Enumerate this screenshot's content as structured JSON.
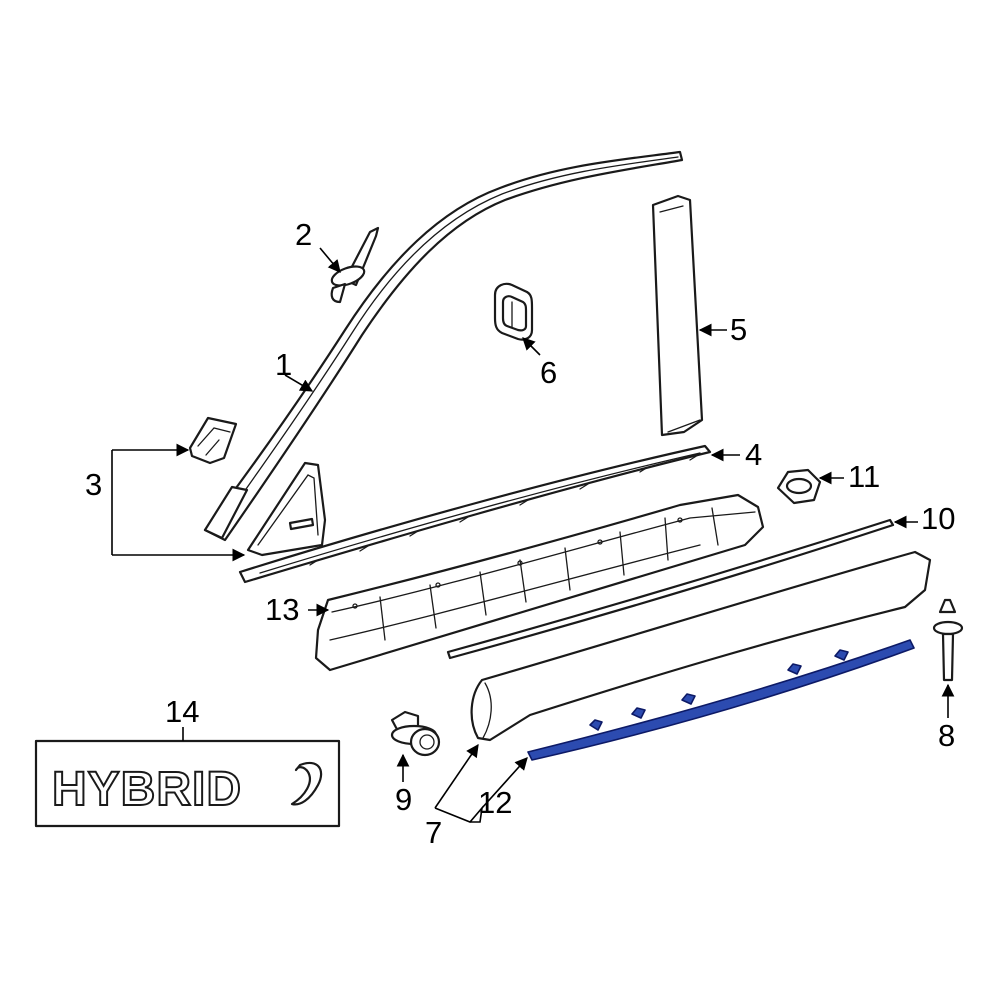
{
  "callouts": {
    "c1": "1",
    "c2": "2",
    "c3": "3",
    "c4": "4",
    "c5": "5",
    "c6": "6",
    "c7": "7",
    "c8": "8",
    "c9": "9",
    "c10": "10",
    "c11": "11",
    "c12": "12",
    "c13": "13",
    "c14": "14"
  },
  "emblem": {
    "text": "HYBRID"
  },
  "colors": {
    "highlight": "#2c4bb0",
    "line": "#1a1a1a",
    "background": "#ffffff"
  }
}
